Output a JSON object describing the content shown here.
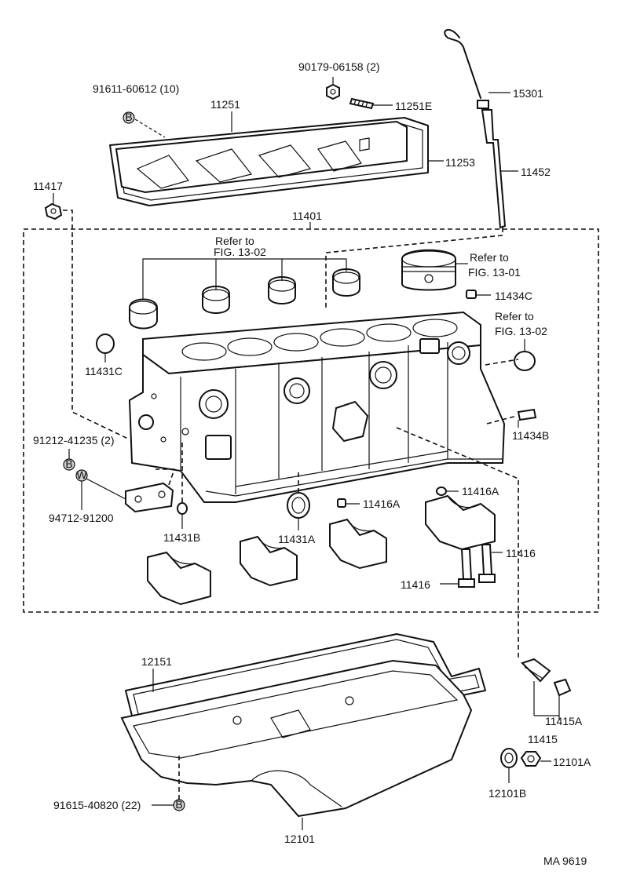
{
  "labels": {
    "p91611": "91611-60612 (10)",
    "p11251": "11251",
    "p90179": "90179-06158 (2)",
    "p11251e": "11251E",
    "p15301": "15301",
    "p11253": "11253",
    "p11452": "11452",
    "p11417": "11417",
    "p11401": "11401",
    "refer1": "Refer to",
    "fig1302a": "FIG. 13-02",
    "refer2": "Refer to",
    "fig1301": "FIG. 13-01",
    "p11434c": "11434C",
    "refer3": "Refer to",
    "fig1302b": "FIG. 13-02",
    "p11431c": "11431C",
    "p91212": "91212-41235 (2)",
    "p11434b": "11434B",
    "p94712": "94712-91200",
    "p11416a_1": "11416A",
    "p11416a_2": "11416A",
    "p11431b": "11431B",
    "p11431a": "11431A",
    "p11416_1": "11416",
    "p11416_2": "11416",
    "p12151": "12151",
    "p11415a": "11415A",
    "p11415": "11415",
    "p12101a": "12101A",
    "p12101b": "12101B",
    "p91615": "91615-40820 (22)",
    "p12101": "12101",
    "footer": "MA  9619"
  },
  "symbols": {
    "bolt_b": "B",
    "washer_w": "W"
  }
}
